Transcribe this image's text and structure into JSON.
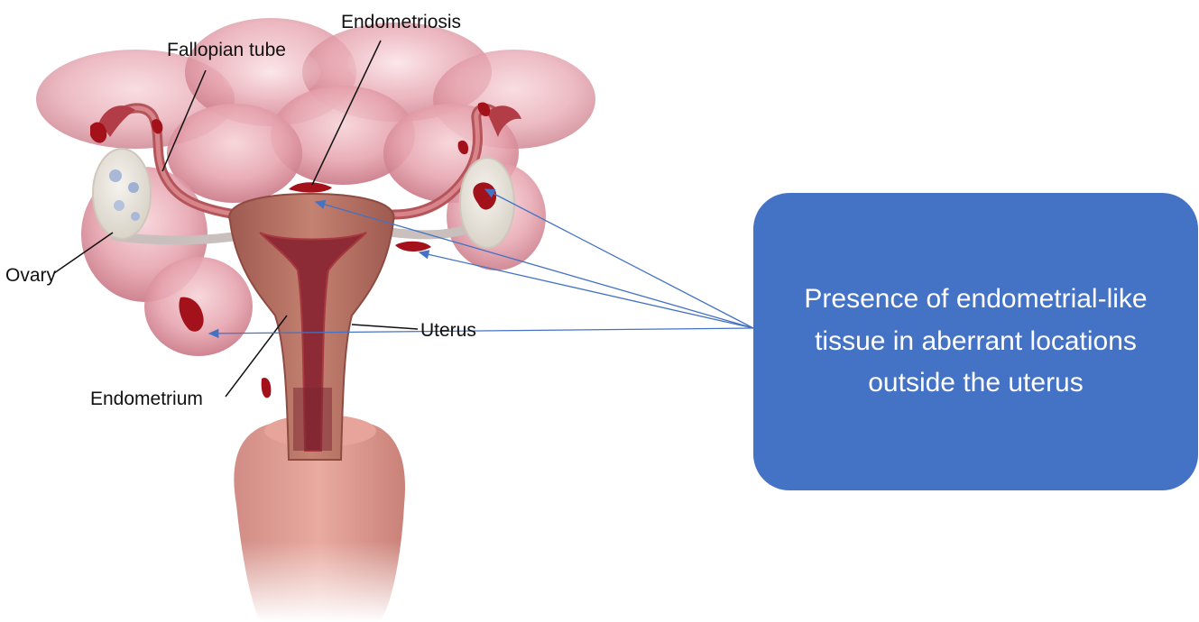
{
  "labels": {
    "endometriosis": "Endometriosis",
    "fallopian_tube": "Fallopian tube",
    "ovary": "Ovary",
    "uterus": "Uterus",
    "endometrium": "Endometrium"
  },
  "callout": {
    "text": "Presence of endometrial-like tissue in aberrant locations outside the uterus",
    "color": "#4472c4",
    "text_color": "#ffffff"
  },
  "colors": {
    "arrow": "#4472c4",
    "lesion": "#a3121b",
    "uterus_tissue": "#b87567",
    "intestine": "#e9aeb8"
  }
}
